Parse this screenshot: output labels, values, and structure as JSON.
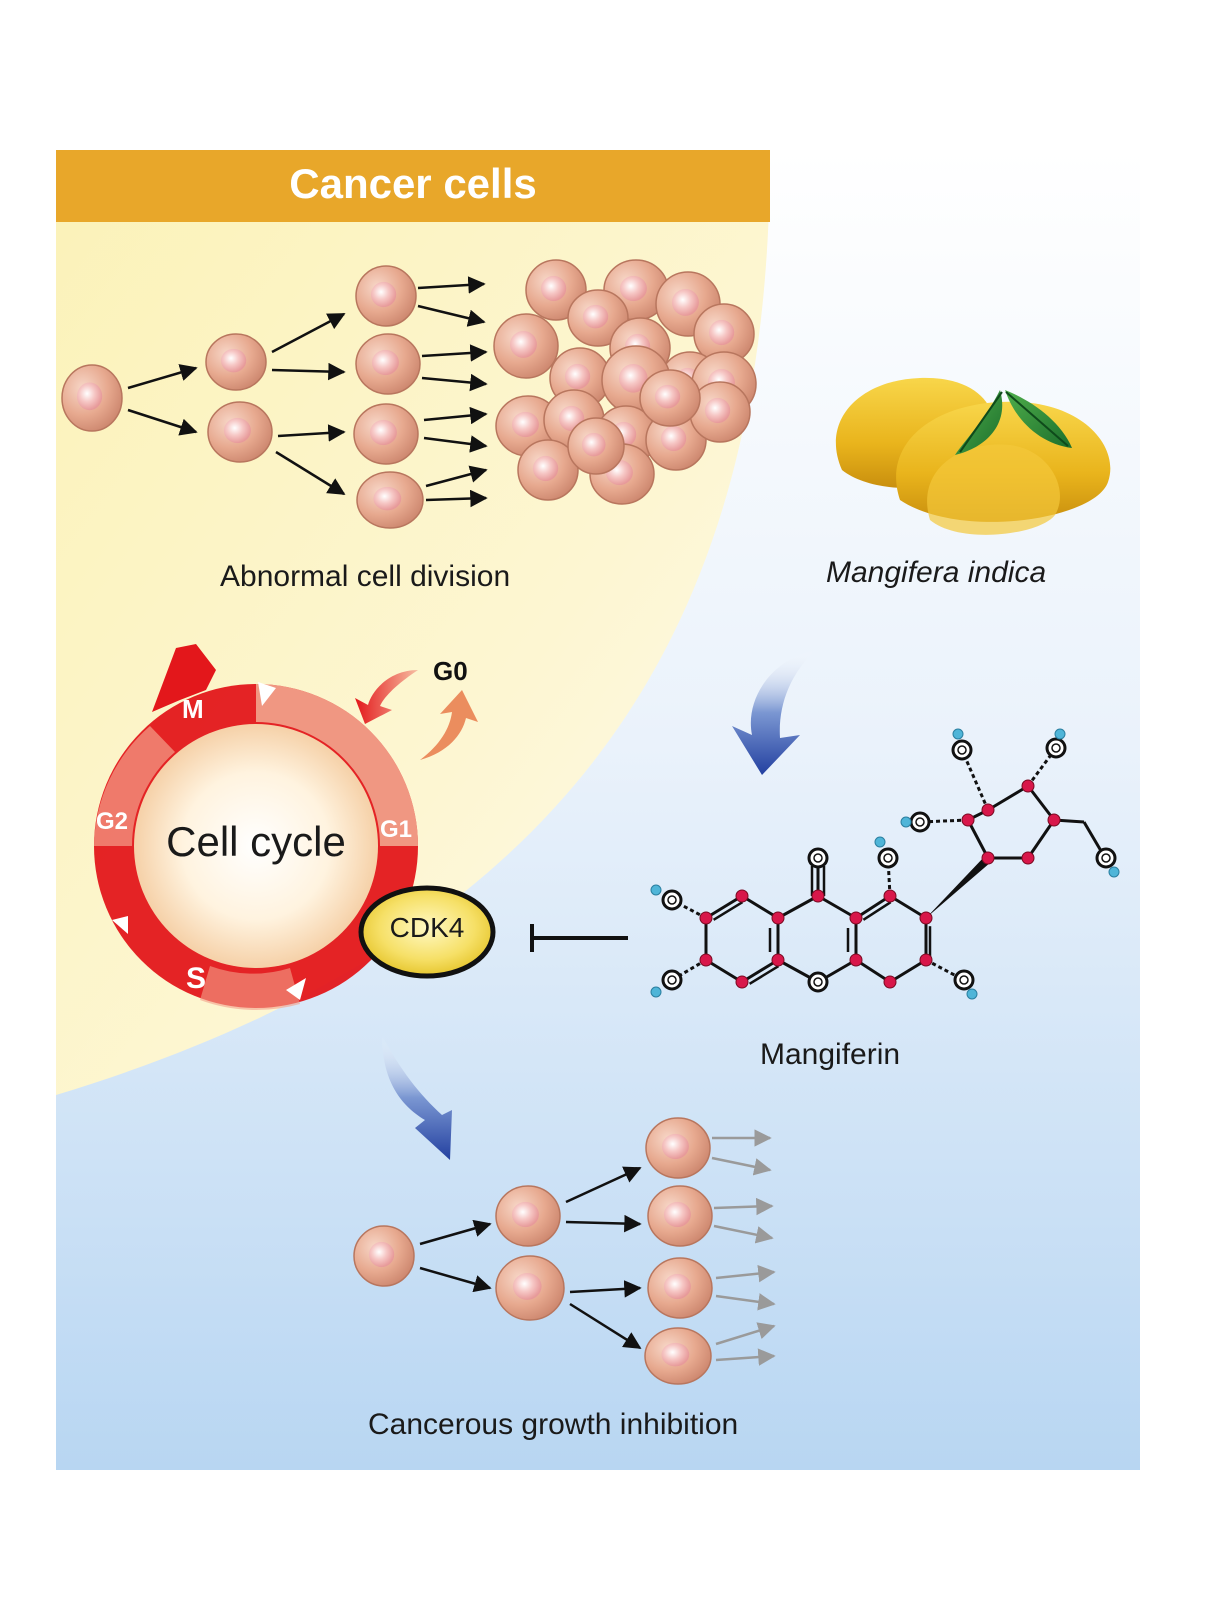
{
  "header": {
    "title": "Cancer cells"
  },
  "labels": {
    "abnormal_division": "Abnormal cell division",
    "species": "Mangifera indica",
    "compound": "Mangiferin",
    "outcome": "Cancerous growth inhibition"
  },
  "cell_cycle": {
    "title": "Cell cycle",
    "phases": {
      "m": "M",
      "g2": "G2",
      "g1": "G1",
      "s": "S",
      "g0": "G0"
    },
    "kinase": "CDK4"
  },
  "colors": {
    "header": "#e8a72a",
    "cycle_red": "#e3171b",
    "cell": "#e7a98f",
    "kinase": "#f2d83a",
    "flow_arrow": "#2e4fa8",
    "atom": "#d8174a",
    "hydroxyl_h": "#4fb5d8"
  }
}
